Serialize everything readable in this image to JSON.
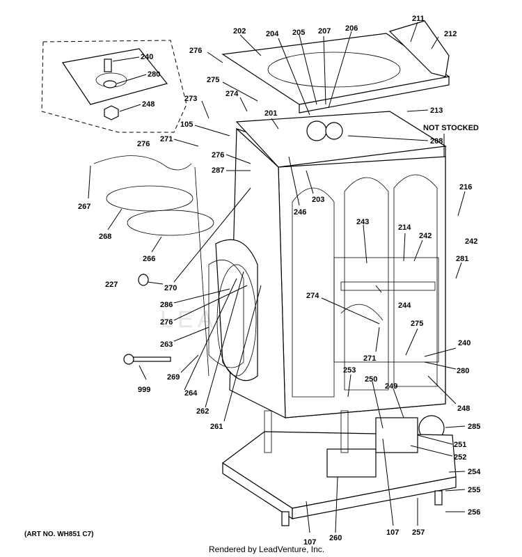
{
  "watermark": "LEADVENTURE",
  "not_stocked": "NOT STOCKED",
  "art_no": "(ART NO. WH851 C7)",
  "footer": "Rendered by LeadVenture, Inc.",
  "callouts": [
    "202",
    "204",
    "205",
    "207",
    "206",
    "211",
    "212",
    "276",
    "275",
    "274",
    "273",
    "201",
    "213",
    "208",
    "105",
    "271",
    "276",
    "287",
    "203",
    "246",
    "267",
    "268",
    "266",
    "276",
    "227",
    "270",
    "286",
    "276",
    "263",
    "269",
    "264",
    "262",
    "261",
    "999",
    "243",
    "214",
    "242",
    "216",
    "242",
    "281",
    "274",
    "244",
    "275",
    "271",
    "240",
    "280",
    "253",
    "250",
    "249",
    "248",
    "285",
    "251",
    "252",
    "254",
    "255",
    "256",
    "107",
    "260",
    "107",
    "257",
    "240",
    "280",
    "248"
  ]
}
